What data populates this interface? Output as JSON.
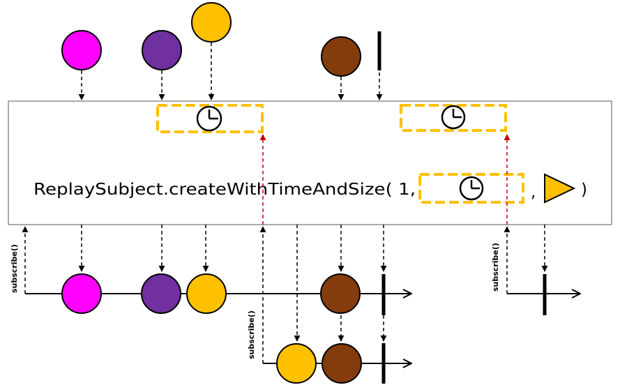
{
  "operator": {
    "call_text": "ReplaySubject.createWithTimeAndSize( 1,",
    "comma": ",",
    "close_paren": ")",
    "window_icon": "clock-icon",
    "scheduler_icon": "scheduler-triangle-icon"
  },
  "subscribe_labels": {
    "first": "subscribe()",
    "second": "subscribe()",
    "third": "subscribe()"
  },
  "colors": {
    "magenta": "#ff00ff",
    "purple": "#7030a0",
    "yellow": "#ffc000",
    "brown": "#843c0c",
    "window_box": "#ffc000",
    "subscribe_arrow": "#c00000"
  }
}
